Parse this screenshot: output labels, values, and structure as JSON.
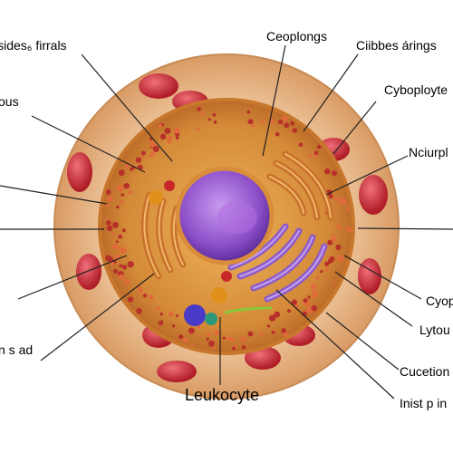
{
  "title": "Leukocyte",
  "labels": {
    "l1": "lsides₆ firrals",
    "l2": "ous",
    "l3": "",
    "l4": "",
    "l5": "",
    "l6": "n s ad",
    "r1": "Ceoplongs",
    "r2": "Ciibbes árings",
    "r3": "Cyboployte",
    "r4": "Nciurpl",
    "r5": "Cyop",
    "r6": "Lytou",
    "r7": "Cucetion",
    "r8": "Inist  p in"
  },
  "colors": {
    "membrane": "#e8b98a",
    "cytoplasm": "#d8953e",
    "nucleus": "#9a5ad0",
    "golgi": "#c9712c",
    "er": "#8e5cc8",
    "vesicle": "#c8282a",
    "line": "#222222"
  }
}
